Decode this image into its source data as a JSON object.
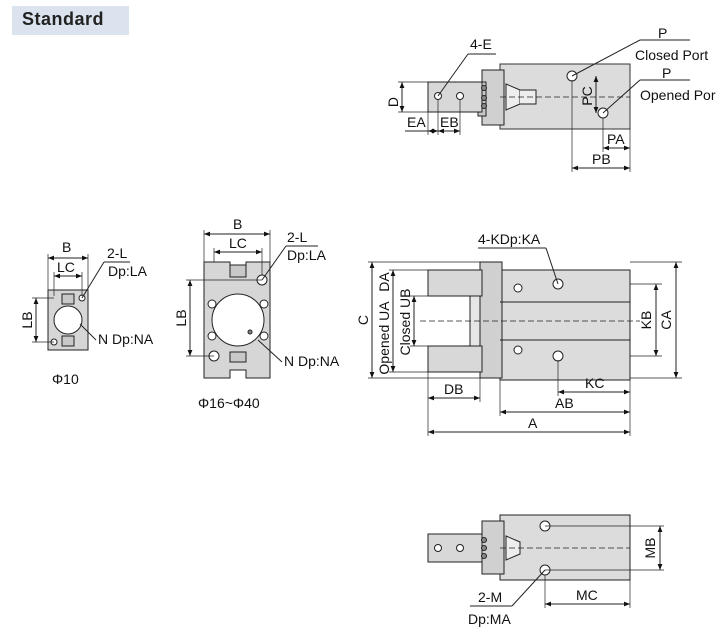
{
  "header": {
    "title": "Standard"
  },
  "side_view": {
    "labels": {
      "four_e": "4-E",
      "p_closed": "P",
      "closed_port": "Closed Port",
      "p_opened": "P",
      "opened_port": "Opened Por",
      "d": "D",
      "ea": "EA",
      "eb": "EB",
      "pc": "PC",
      "pa": "PA",
      "pb": "PB"
    }
  },
  "end_view_small": {
    "labels": {
      "b": "B",
      "lc": "LC",
      "two_l": "2-L",
      "dp_la": "Dp:LA",
      "lb": "LB",
      "n_dp_na": "N Dp:NA",
      "size": "Φ10"
    }
  },
  "end_view_large": {
    "labels": {
      "b": "B",
      "lc": "LC",
      "two_l": "2-L",
      "dp_la": "Dp:LA",
      "lb": "LB",
      "n_dp_na": "N Dp:NA",
      "size": "Φ16~Φ40"
    }
  },
  "top_view": {
    "labels": {
      "kdp": "4-KDp:KA",
      "c": "C",
      "opened_ua": "Opened UA",
      "da": "DA",
      "closed_ub": "Closed UB",
      "kb": "KB",
      "ca": "CA",
      "db": "DB",
      "kc": "KC",
      "ab": "AB",
      "a": "A"
    }
  },
  "bottom_view": {
    "labels": {
      "mb": "MB",
      "two_m": "2-M",
      "dp_ma": "Dp:MA",
      "mc": "MC"
    }
  }
}
